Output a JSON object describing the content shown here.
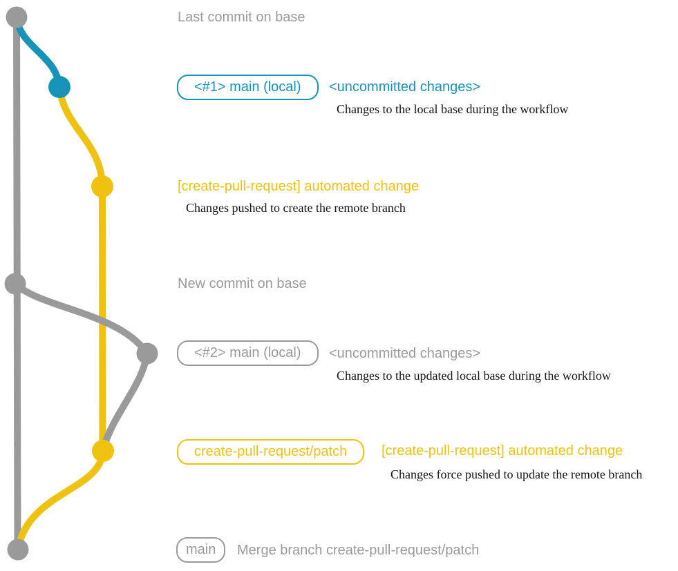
{
  "colors": {
    "gray": "#9a9a9a",
    "blue": "#1793b8",
    "yellow": "#efc211",
    "caption_text": "#141414"
  },
  "rows": {
    "last_base": {
      "label": "Last commit on base"
    },
    "main_local_1": {
      "tag": "<#1> main (local)",
      "message": "<uncommitted changes>",
      "caption": "Changes to the local base during the workflow"
    },
    "patch_commit_1": {
      "message": "[create-pull-request] automated change",
      "caption": "Changes pushed to create the remote branch"
    },
    "new_base": {
      "label": "New commit on base"
    },
    "main_local_2": {
      "tag": "<#2> main (local)",
      "message": "<uncommitted changes>",
      "caption": "Changes to the updated local base during the workflow"
    },
    "patch_commit_2": {
      "tag": "create-pull-request/patch",
      "message": "[create-pull-request] automated change",
      "caption": "Changes force pushed to update the remote branch"
    },
    "merge": {
      "tag": "main",
      "message": "Merge branch create-pull-request/patch"
    }
  }
}
